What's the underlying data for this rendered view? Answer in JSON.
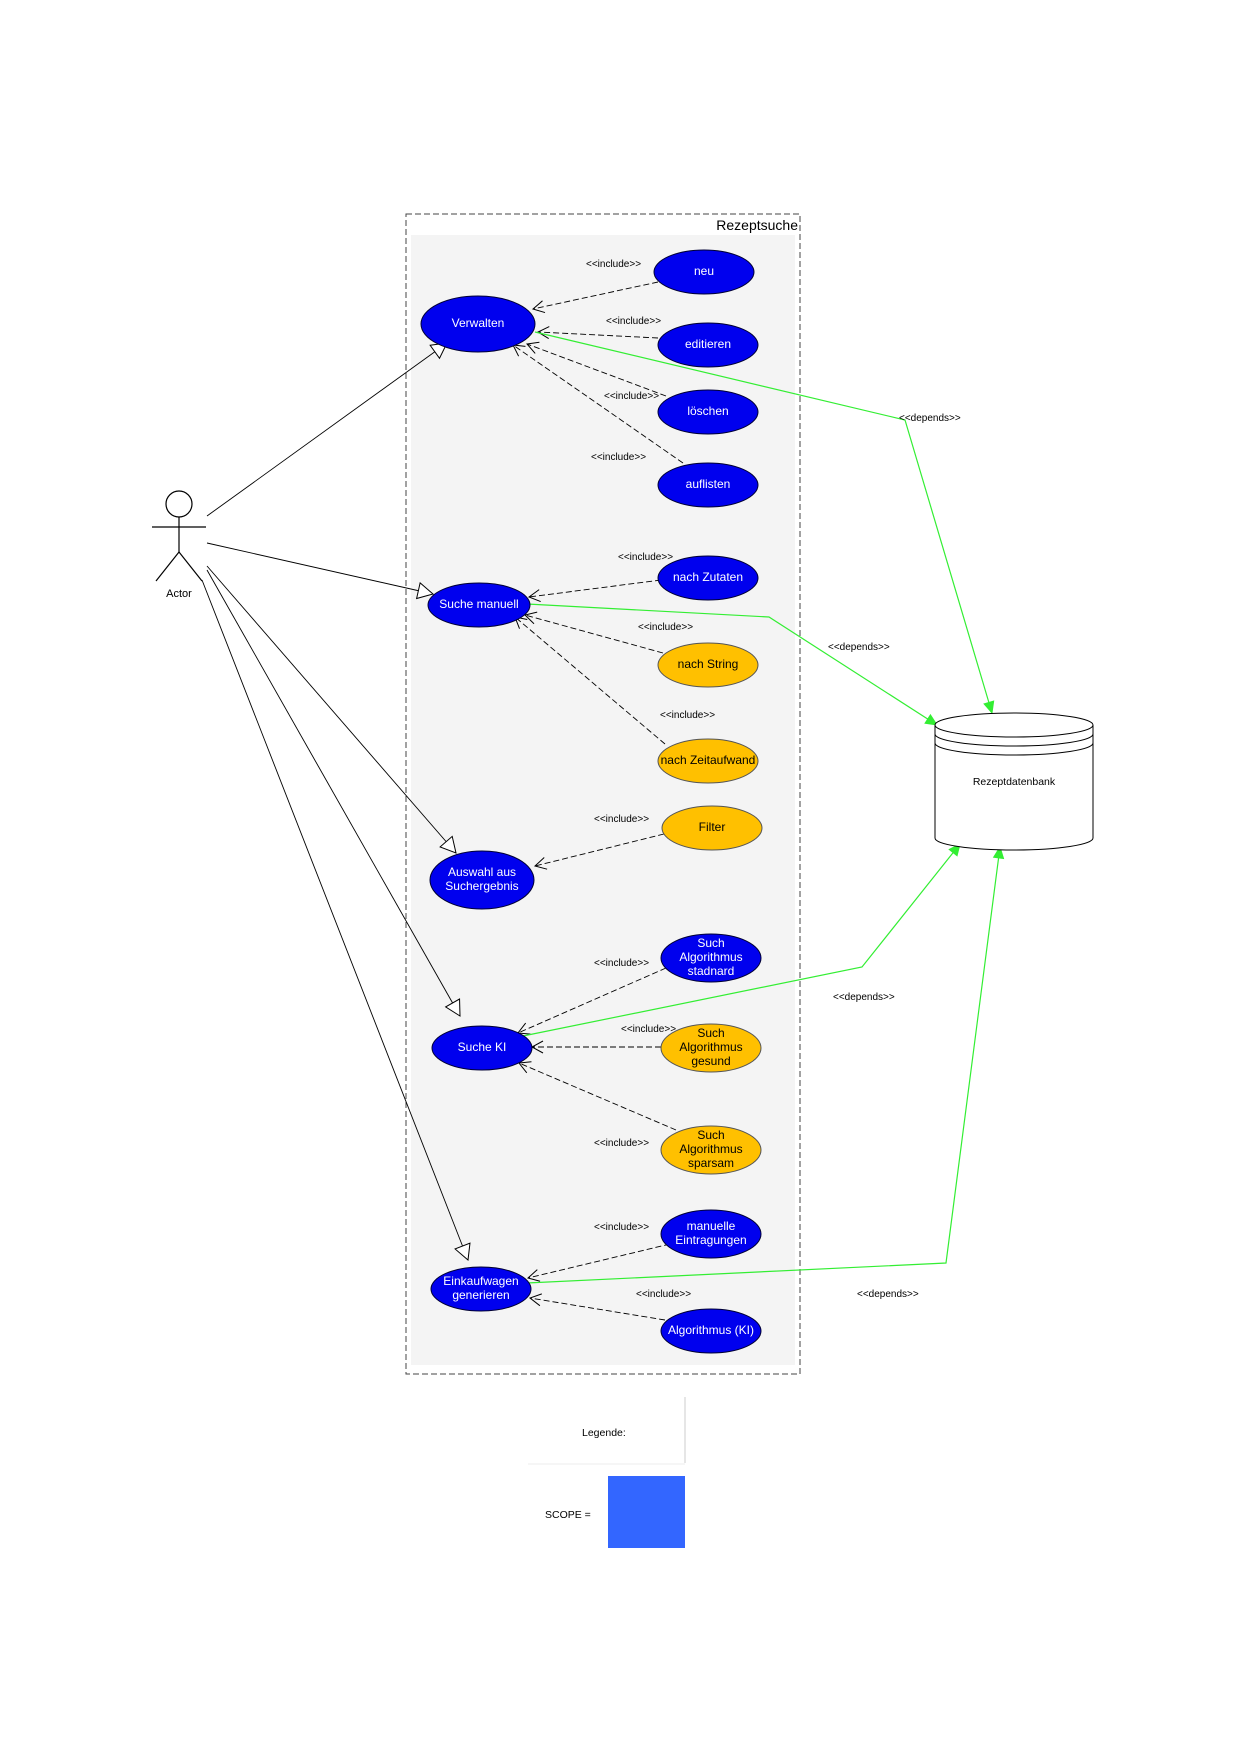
{
  "system": {
    "title": "Rezeptsuche"
  },
  "actor": {
    "label": "Actor"
  },
  "database": {
    "label": "Rezeptdatenbank"
  },
  "colors": {
    "blue": "#0000ee",
    "yellow": "#ffc000",
    "green": "#33ee33",
    "scope": "#3366ff",
    "boundary_fill": "#f4f4f4"
  },
  "use_cases": [
    {
      "id": "verwalten",
      "lines": [
        "Verwalten"
      ],
      "color": "blue"
    },
    {
      "id": "neu",
      "lines": [
        "neu"
      ],
      "color": "blue"
    },
    {
      "id": "editieren",
      "lines": [
        "editieren"
      ],
      "color": "blue"
    },
    {
      "id": "loeschen",
      "lines": [
        "löschen"
      ],
      "color": "blue"
    },
    {
      "id": "auflisten",
      "lines": [
        "auflisten"
      ],
      "color": "blue"
    },
    {
      "id": "suche-manuell",
      "lines": [
        "Suche manuell"
      ],
      "color": "blue"
    },
    {
      "id": "nach-zutaten",
      "lines": [
        "nach Zutaten"
      ],
      "color": "blue"
    },
    {
      "id": "nach-string",
      "lines": [
        "nach String"
      ],
      "color": "yellow"
    },
    {
      "id": "nach-zeitaufwand",
      "lines": [
        "nach Zeitaufwand"
      ],
      "color": "yellow"
    },
    {
      "id": "filter",
      "lines": [
        "Filter"
      ],
      "color": "yellow"
    },
    {
      "id": "auswahl",
      "lines": [
        "Auswahl aus",
        "Suchergebnis"
      ],
      "color": "blue"
    },
    {
      "id": "such-standard",
      "lines": [
        "Such",
        "Algorithmus",
        "stadnard"
      ],
      "color": "blue"
    },
    {
      "id": "suche-ki",
      "lines": [
        "Suche KI"
      ],
      "color": "blue"
    },
    {
      "id": "such-gesund",
      "lines": [
        "Such",
        "Algorithmus",
        "gesund"
      ],
      "color": "yellow"
    },
    {
      "id": "such-sparsam",
      "lines": [
        "Such",
        "Algorithmus",
        "sparsam"
      ],
      "color": "yellow"
    },
    {
      "id": "manuelle-eintragungen",
      "lines": [
        "manuelle",
        "Eintragungen"
      ],
      "color": "blue"
    },
    {
      "id": "einkaufwagen",
      "lines": [
        "Einkaufwagen",
        "generieren"
      ],
      "color": "blue"
    },
    {
      "id": "algorithmus-ki",
      "lines": [
        "Algorithmus (KI)"
      ],
      "color": "blue"
    }
  ],
  "include_label": "<<include>>",
  "depends_label": "<<depends>>",
  "legend": {
    "title": "Legende:",
    "scope_label": "SCOPE ="
  }
}
